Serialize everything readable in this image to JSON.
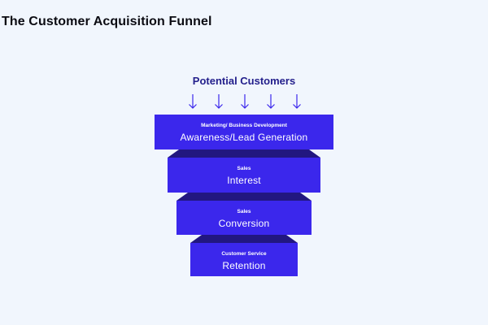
{
  "title": "The Customer Acquisition Funnel",
  "funnel": {
    "header": "Potential Customers",
    "arrow_icon": "arrow-down-icon",
    "colors": {
      "face": "#3b27ec",
      "bevel": "#221780",
      "header": "#24208c",
      "background": "#f1f6fd"
    },
    "stages": [
      {
        "department": "Marketing/ Business Development",
        "name": "Awareness/Lead Generation"
      },
      {
        "department": "Sales",
        "name": "Interest"
      },
      {
        "department": "Sales",
        "name": "Conversion"
      },
      {
        "department": "Customer Service",
        "name": "Retention"
      }
    ]
  }
}
